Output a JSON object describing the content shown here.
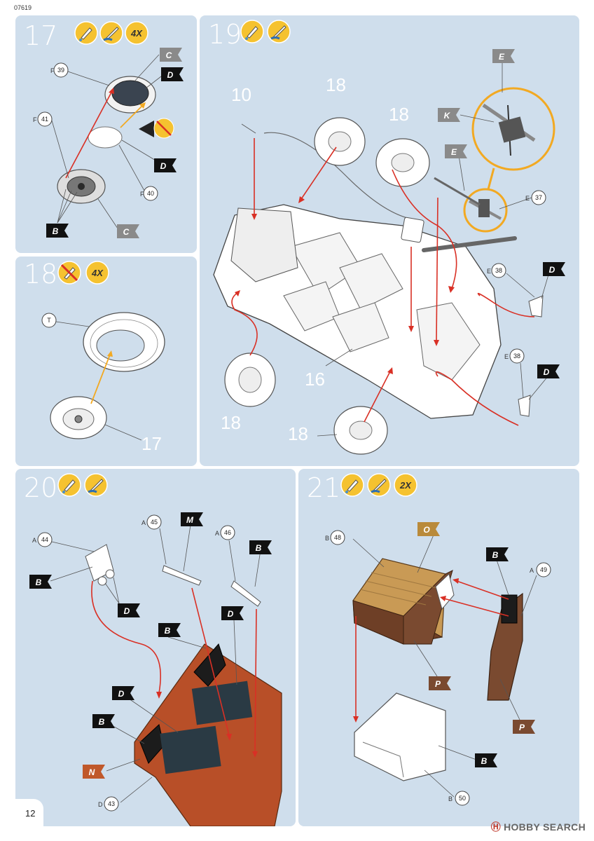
{
  "doc_code": "07619",
  "page_number": "12",
  "watermark": {
    "brand": "HOBBY SEARCH",
    "mark": "Ⓗ"
  },
  "colors": {
    "panel": "#cfdeec",
    "arrow_red": "#d93025",
    "arrow_yellow": "#f2a922",
    "icon_yellow": "#f5c230",
    "flag_black": "#111111",
    "flag_grey": "#8a8a8a",
    "flag_orange": "#c0582a",
    "flag_ochre": "#b98a3a",
    "flag_brown": "#7a4a30",
    "rust": "#b84f28"
  },
  "steps": [
    {
      "number": "17",
      "icons": [
        "glue-icon",
        "paint-icon",
        "repeat-icon"
      ],
      "repeat": "4X",
      "parts": [
        {
          "prefix": "F",
          "num": "39"
        },
        {
          "prefix": "F",
          "num": "41"
        },
        {
          "prefix": "F",
          "num": "40"
        }
      ],
      "flags": [
        "C",
        "D",
        "D",
        "B",
        "C"
      ]
    },
    {
      "number": "18",
      "icons": [
        "no-glue-icon",
        "repeat-icon"
      ],
      "repeat": "4X",
      "parts": [
        {
          "prefix": "T",
          "num": ""
        }
      ],
      "refs": [
        "17"
      ]
    },
    {
      "number": "19",
      "icons": [
        "glue-icon",
        "paint-icon"
      ],
      "parts": [
        {
          "prefix": "E",
          "num": "37"
        },
        {
          "prefix": "E",
          "num": "38"
        },
        {
          "prefix": "E",
          "num": "38"
        }
      ],
      "flags": [
        "E",
        "K",
        "E",
        "D",
        "D"
      ],
      "refs": [
        "10",
        "18",
        "18",
        "18",
        "18",
        "16"
      ]
    },
    {
      "number": "20",
      "icons": [
        "glue-icon",
        "paint-icon"
      ],
      "parts": [
        {
          "prefix": "A",
          "num": "44"
        },
        {
          "prefix": "A",
          "num": "45"
        },
        {
          "prefix": "A",
          "num": "46"
        },
        {
          "prefix": "D",
          "num": "43"
        }
      ],
      "flags": [
        "M",
        "B",
        "B",
        "D",
        "D",
        "B",
        "D",
        "B",
        "N"
      ]
    },
    {
      "number": "21",
      "icons": [
        "glue-icon",
        "paint-icon",
        "repeat-icon"
      ],
      "repeat": "2X",
      "parts": [
        {
          "prefix": "B",
          "num": "48"
        },
        {
          "prefix": "A",
          "num": "49"
        },
        {
          "prefix": "B",
          "num": "50"
        }
      ],
      "flags": [
        "O",
        "B",
        "P",
        "P",
        "B"
      ]
    }
  ]
}
